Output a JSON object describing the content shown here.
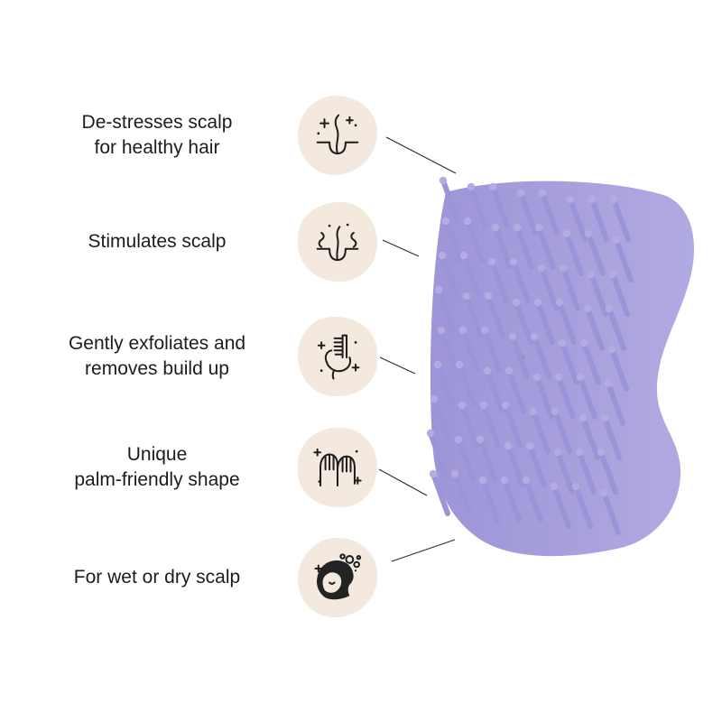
{
  "colors": {
    "background": "#ffffff",
    "blob": "#f3e9df",
    "brush_body_dark": "#9d95d7",
    "brush_body_light": "#b1aae2",
    "bristle": "#9c94d8",
    "bristle_tip": "#b3ace3",
    "text": "#1c1c1c",
    "connector_line": "#2b2b2b"
  },
  "features": [
    {
      "label": "De-stresses scalp\nfor healthy hair",
      "icon": "hair-follicle-sparkles-icon"
    },
    {
      "label": "Stimulates scalp",
      "icon": "hair-follicle-stimulate-icon"
    },
    {
      "label": "Gently exfoliates and\nremoves build up",
      "icon": "comb-in-hand-icon"
    },
    {
      "label": "Unique\npalm-friendly shape",
      "icon": "palms-hands-icon"
    },
    {
      "label": "For wet or dry scalp",
      "icon": "washing-head-icon"
    }
  ],
  "product": {
    "description": "purple scalp massager brush with rows of rounded bristles"
  }
}
